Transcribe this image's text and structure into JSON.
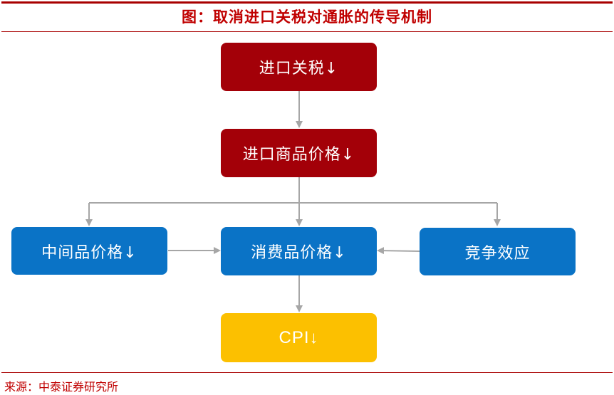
{
  "title": "图：取消进口关税对通胀的传导机制",
  "nodes": {
    "tariff": "进口关税↓",
    "import_price": "进口商品价格↓",
    "intermediate_price": "中间品价格↓",
    "consumer_price": "消费品价格↓",
    "competition": "竞争效应",
    "cpi": "CPI↓"
  },
  "source": "来源：中泰证券研究所",
  "colors": {
    "red_node": "#a30008",
    "blue_node": "#0a73c6",
    "yellow_node": "#fcc000",
    "arrow": "#a6a6a6",
    "title": "#c00000"
  }
}
